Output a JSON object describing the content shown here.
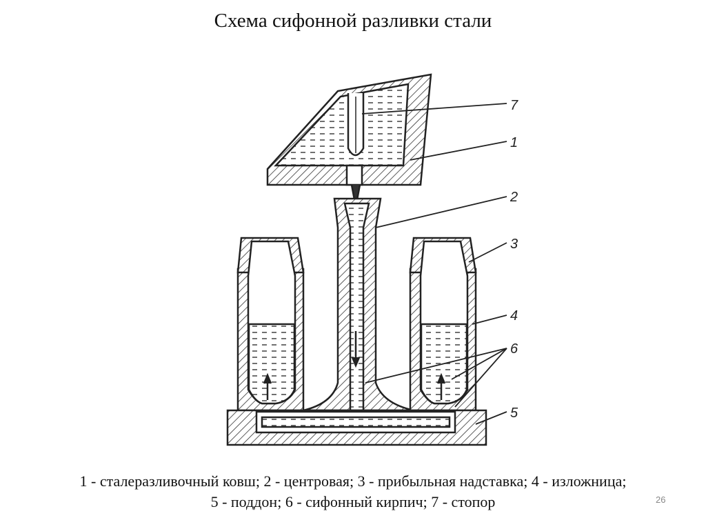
{
  "title": "Схема сифонной разливки стали",
  "diagram": {
    "labels": [
      "7",
      "1",
      "2",
      "3",
      "4",
      "6",
      "5"
    ]
  },
  "caption": {
    "line1": "1 - сталеразливочный ковш; 2 - центровая; 3 - прибыльная надставка; 4 - изложница;",
    "line2": "5 - поддон; 6 - сифонный кирпич; 7 - стопор"
  },
  "page_number": "26"
}
